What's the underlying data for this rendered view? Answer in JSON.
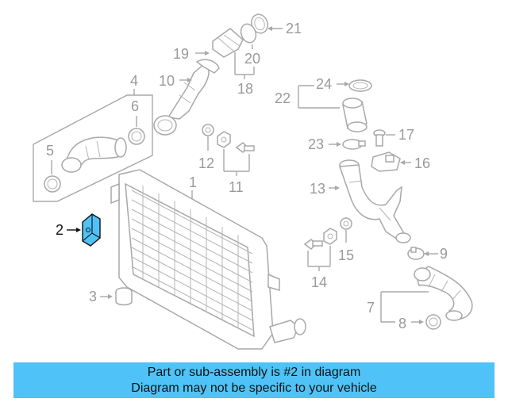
{
  "callouts": {
    "c1": "1",
    "c2": "2",
    "c3": "3",
    "c4": "4",
    "c5": "5",
    "c6": "6",
    "c7": "7",
    "c8": "8",
    "c9": "9",
    "c10": "10",
    "c11": "11",
    "c12": "12",
    "c13": "13",
    "c14": "14",
    "c15": "15",
    "c16": "16",
    "c17": "17",
    "c18": "18",
    "c19": "19",
    "c20": "20",
    "c21": "21",
    "c22": "22",
    "c23": "23",
    "c24": "24"
  },
  "highlight": {
    "part": "2",
    "color": "#4fc3f7"
  },
  "banner": {
    "line1": "Part or sub-assembly is #2 in diagram",
    "line2": "Diagram may not be specific to your vehicle",
    "color": "#4fc3f7"
  }
}
